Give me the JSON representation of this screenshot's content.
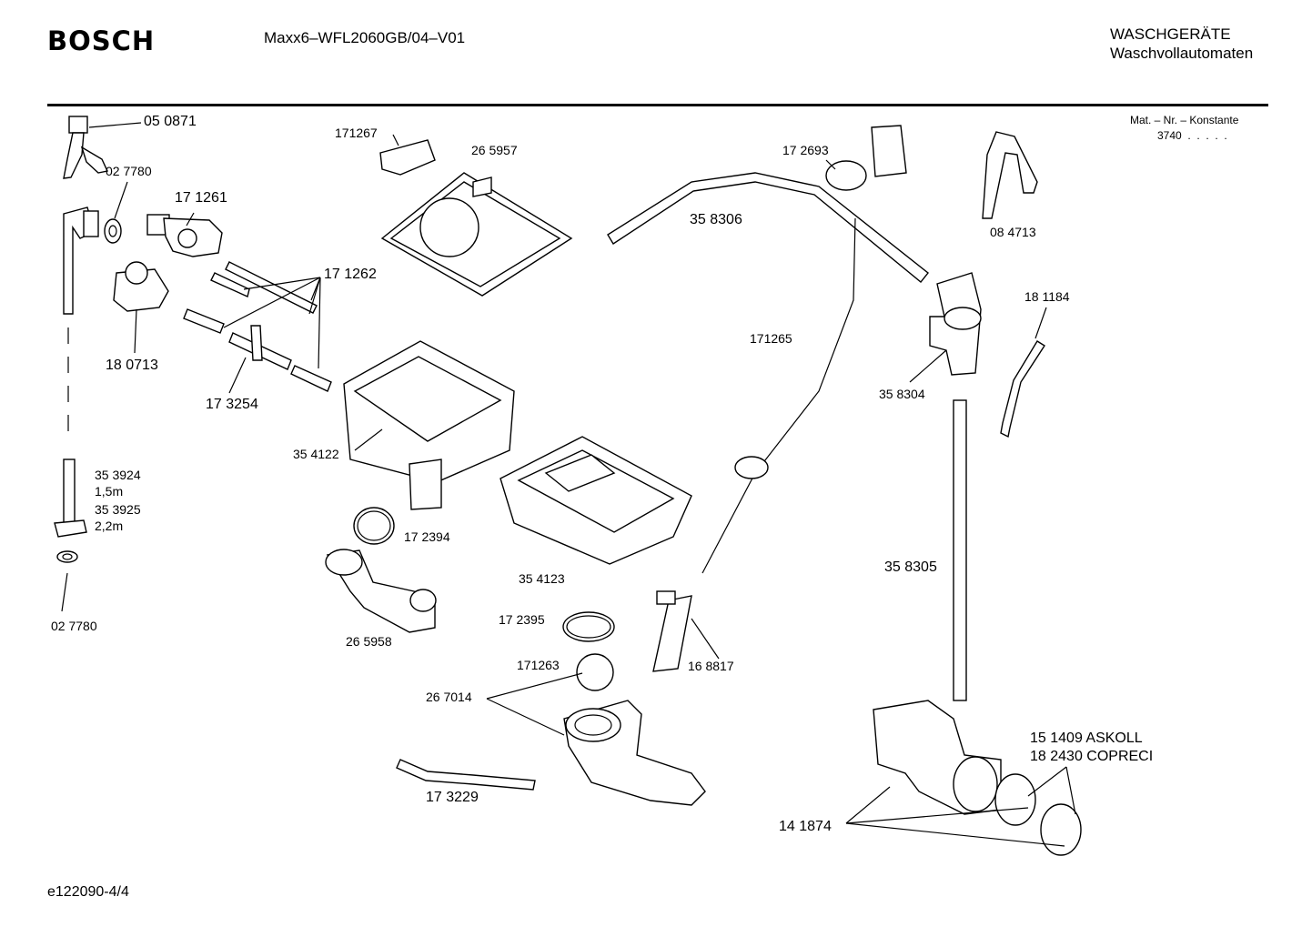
{
  "header": {
    "brand": "BOSCH",
    "model": "Maxx6–WFL2060GB/04–V01",
    "category_line1": "WASCHGERÄTE",
    "category_line2": "Waschvollautomaten"
  },
  "material_note": {
    "label": "Mat. – Nr. – Konstante",
    "value": "3740"
  },
  "parts": {
    "p050871": "05 0871",
    "p027780_top": "02 7780",
    "p171261": "17 1261",
    "p171262": "17 1262",
    "p180713": "18 0713",
    "p173254": "17 3254",
    "p353924": "35 3924",
    "len_15": "1,5m",
    "p353925": "35 3925",
    "len_22": "2,2m",
    "p027780_bottom": "02 7780",
    "p171267": "171267",
    "p265957": "26 5957",
    "p354122": "35 4122",
    "p172394": "17 2394",
    "p265958": "26 5958",
    "p354123": "35 4123",
    "p172395": "17 2395",
    "p171263": "171263",
    "p267014": "26 7014",
    "p173229": "17 3229",
    "p172693": "17 2693",
    "p358306": "35 8306",
    "p171265": "171265",
    "p168817": "16 8817",
    "p084713": "08 4713",
    "p181184": "18 1184",
    "p358304": "35 8304",
    "p358305": "35 8305",
    "p151409": "15 1409  ASKOLL",
    "p182430": "18 2430  COPRECI",
    "p141874": "14 1874"
  },
  "footer": {
    "drawing_id": "e122090-4/4"
  }
}
